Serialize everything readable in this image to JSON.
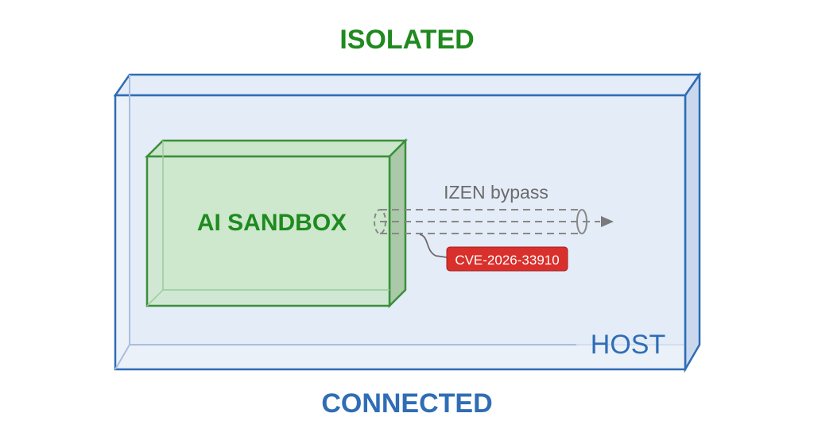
{
  "top_label": "ISOLATED",
  "bottom_label": "CONNECTED",
  "host_label": "HOST",
  "sandbox_label": "AI SANDBOX",
  "tunnel_label": "IZEN bypass",
  "cve_badge": "CVE-2026-33910",
  "colors": {
    "green": "#2e8b2e",
    "blue": "#2f6db5",
    "red": "#d9302c",
    "gray": "#7a7a7a"
  }
}
